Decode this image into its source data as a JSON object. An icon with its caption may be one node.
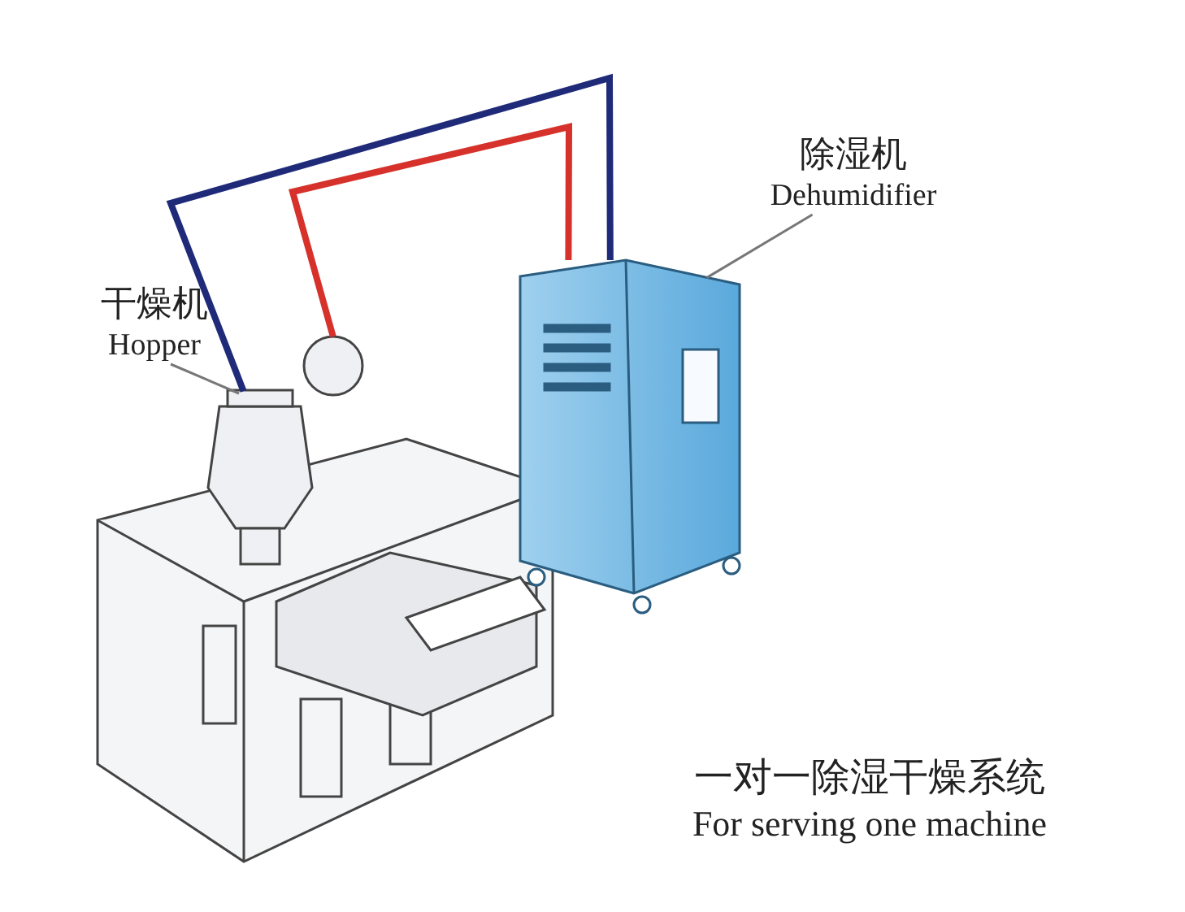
{
  "diagram": {
    "nodes": [
      {
        "text": [
          "干燥机",
          "Hopper"
        ]
      },
      {
        "text": [],
        "shape": "picture"
      },
      {
        "text": [
          "除湿机",
          "Dehumidifier"
        ]
      },
      {
        "text": [],
        "shape": "picture"
      }
    ],
    "edges": [
      {
        "from": 0,
        "to": 1,
        "arrow": "none"
      },
      {
        "from": 2,
        "to": 3,
        "arrow": "none"
      },
      {
        "from": 3,
        "to": 1,
        "arrow": "none",
        "style": "thick",
        "color": "#1f2a78"
      },
      {
        "from": 3,
        "to": 1,
        "arrow": "none",
        "style": "thick",
        "color": "#d6322b"
      }
    ],
    "labels": [
      "一对一除湿干燥系统",
      "For serving one machine"
    ]
  }
}
